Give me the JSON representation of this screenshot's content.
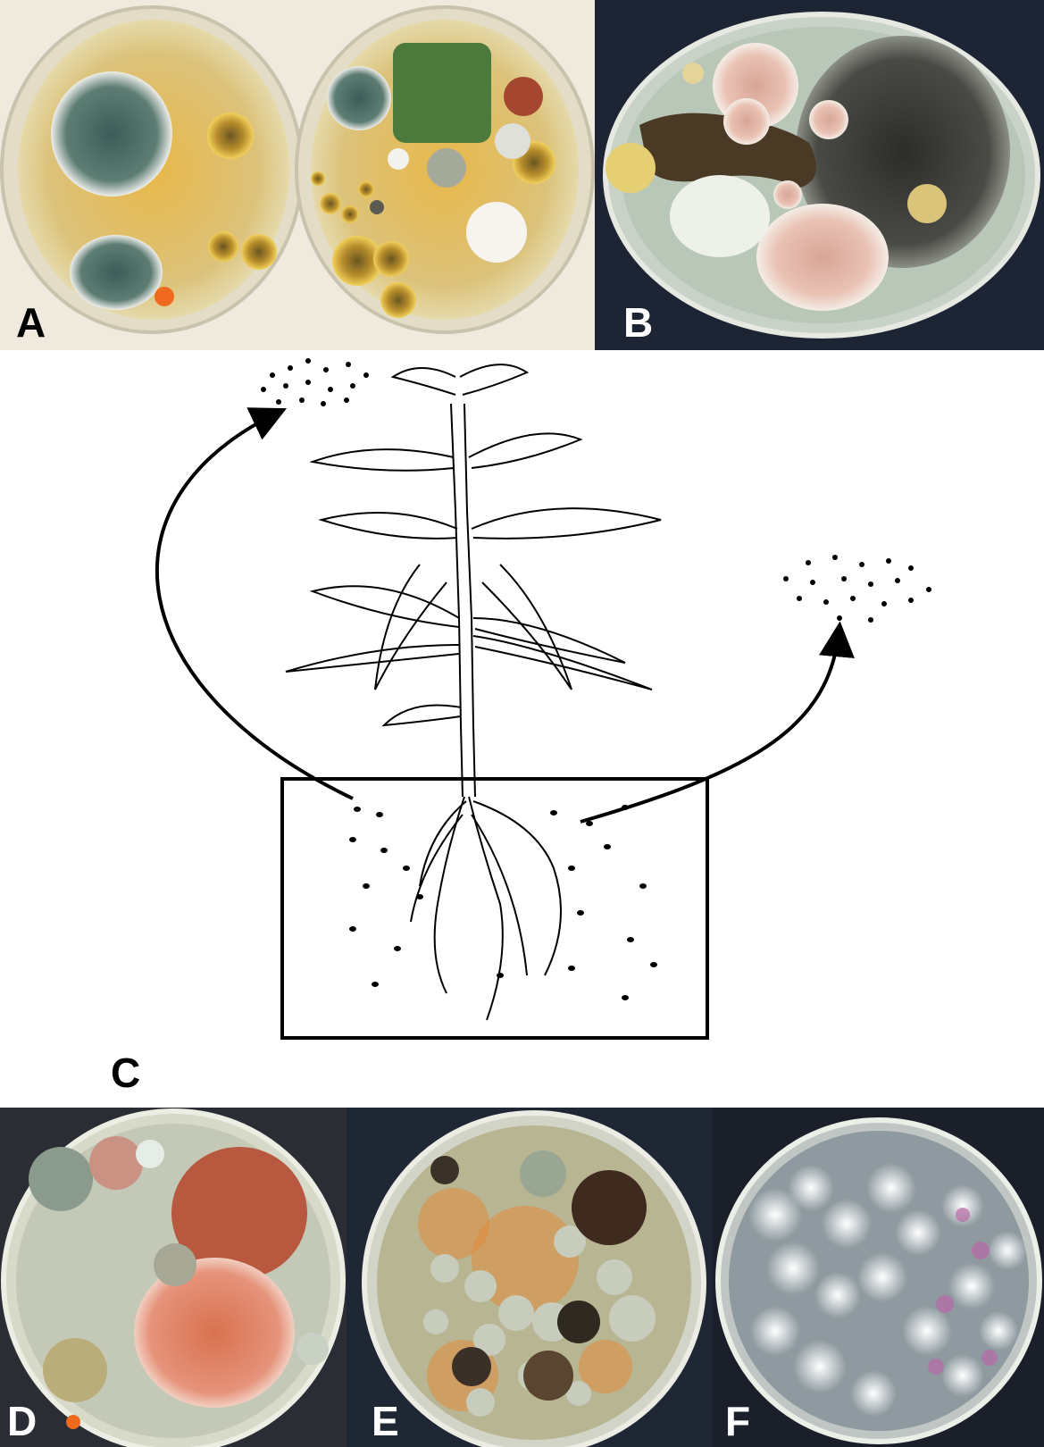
{
  "panels": {
    "a": {
      "label": "A"
    },
    "b": {
      "label": "B"
    },
    "c": {
      "label": "C"
    },
    "d": {
      "label": "D"
    },
    "e": {
      "label": "E"
    },
    "f": {
      "label": "F"
    }
  },
  "colors": {
    "agar_a": "#e9c46a",
    "agar_b": "#b9c7b8",
    "dark_background": "#1d2433",
    "line_art": "#000000"
  }
}
